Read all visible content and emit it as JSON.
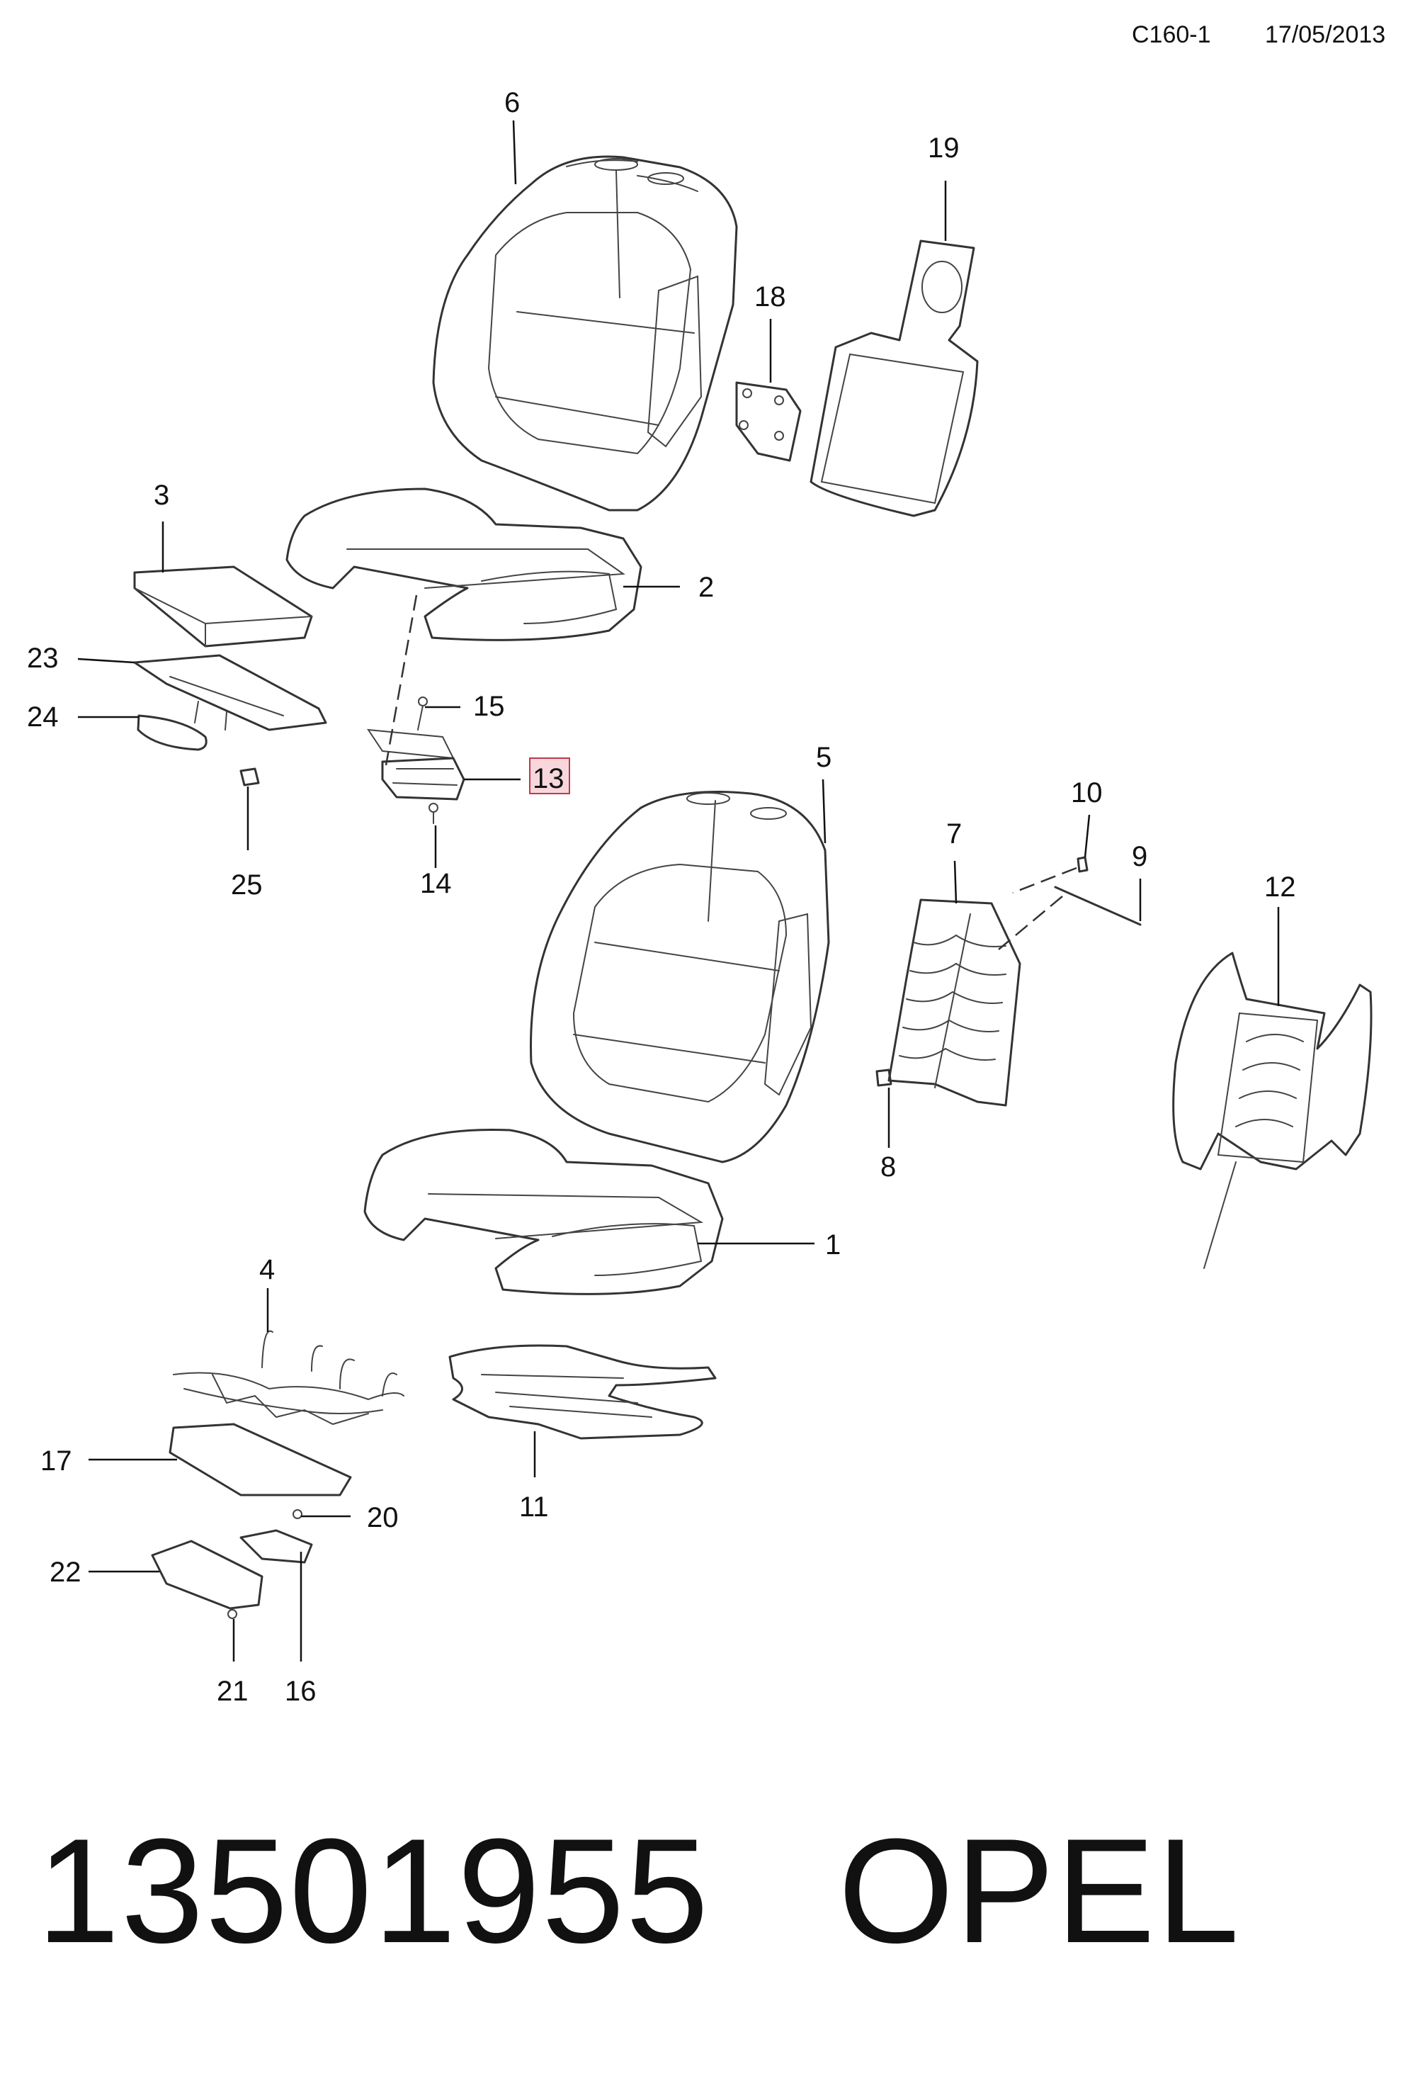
{
  "header": {
    "code": "C160-1",
    "date": "17/05/2013"
  },
  "callouts": {
    "c1": "1",
    "c2": "2",
    "c3": "3",
    "c4": "4",
    "c5": "5",
    "c6": "6",
    "c7": "7",
    "c8": "8",
    "c9": "9",
    "c10": "10",
    "c11": "11",
    "c12": "12",
    "c13": "13",
    "c14": "14",
    "c15": "15",
    "c16": "16",
    "c17": "17",
    "c18": "18",
    "c19": "19",
    "c20": "20",
    "c21": "21",
    "c22": "22",
    "c23": "23",
    "c24": "24",
    "c25": "25"
  },
  "highlighted_callout": "13",
  "highlight_color": "#f8d7dc",
  "footer": {
    "part_number": "13501955",
    "brand": "OPEL"
  }
}
